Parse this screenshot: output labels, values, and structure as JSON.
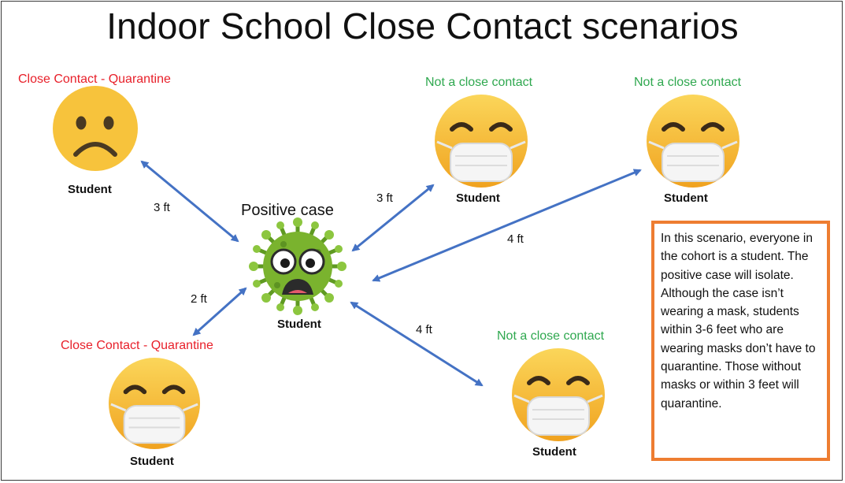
{
  "title": "Indoor School Close Contact scenarios",
  "positive_case": {
    "label": "Positive case",
    "student_label": "Student"
  },
  "contacts": [
    {
      "status": "Close Contact - Quarantine",
      "student_label": "Student",
      "distance": "3 ft",
      "face_icon": "frowning-face-icon",
      "status_color": "#e8202a"
    },
    {
      "status": "Not a close contact",
      "student_label": "Student",
      "distance": "3 ft",
      "face_icon": "masked-face-icon",
      "status_color": "#2fa84f"
    },
    {
      "status": "Not a close contact",
      "student_label": "Student",
      "distance": "4 ft",
      "face_icon": "masked-face-icon",
      "status_color": "#2fa84f"
    },
    {
      "status": "Close Contact - Quarantine",
      "student_label": "Student",
      "distance": "2 ft",
      "face_icon": "masked-face-icon",
      "status_color": "#e8202a"
    },
    {
      "status": "Not a close contact",
      "student_label": "Student",
      "distance": "4 ft",
      "face_icon": "masked-face-icon",
      "status_color": "#2fa84f"
    }
  ],
  "info_box": {
    "text": "In this scenario, everyone in the cohort is a student. The positive case will isolate. Although the case isn’t wearing a mask, students within 3-6 feet who are wearing masks don’t have to quarantine. Those without masks or within 3 feet will quarantine.",
    "border_color": "#ee7d31"
  },
  "colors": {
    "arrow": "#4472c4",
    "quarantine": "#e8202a",
    "not_close": "#2fa84f",
    "face": "#f7c33c",
    "virus": "#7ab32e"
  }
}
